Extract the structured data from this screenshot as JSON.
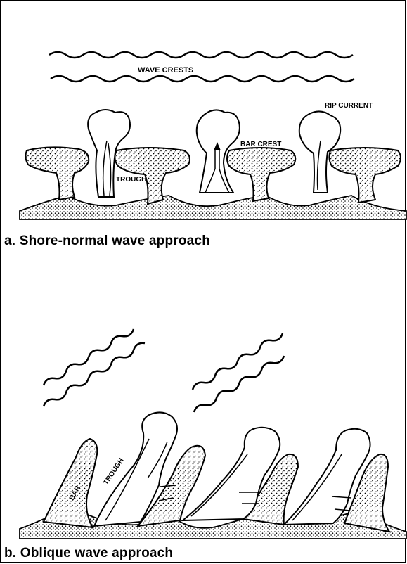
{
  "panel_a": {
    "caption": "a.  Shore-normal wave approach",
    "labels": {
      "wave_crests": "WAVE CRESTS",
      "rip_current": "RIP CURRENT",
      "bar_crest": "BAR CREST",
      "trough": "TROUGH"
    }
  },
  "panel_b": {
    "caption": "b.  Oblique wave approach",
    "labels": {
      "bar": "BAR",
      "trough": "TROUGH"
    }
  }
}
